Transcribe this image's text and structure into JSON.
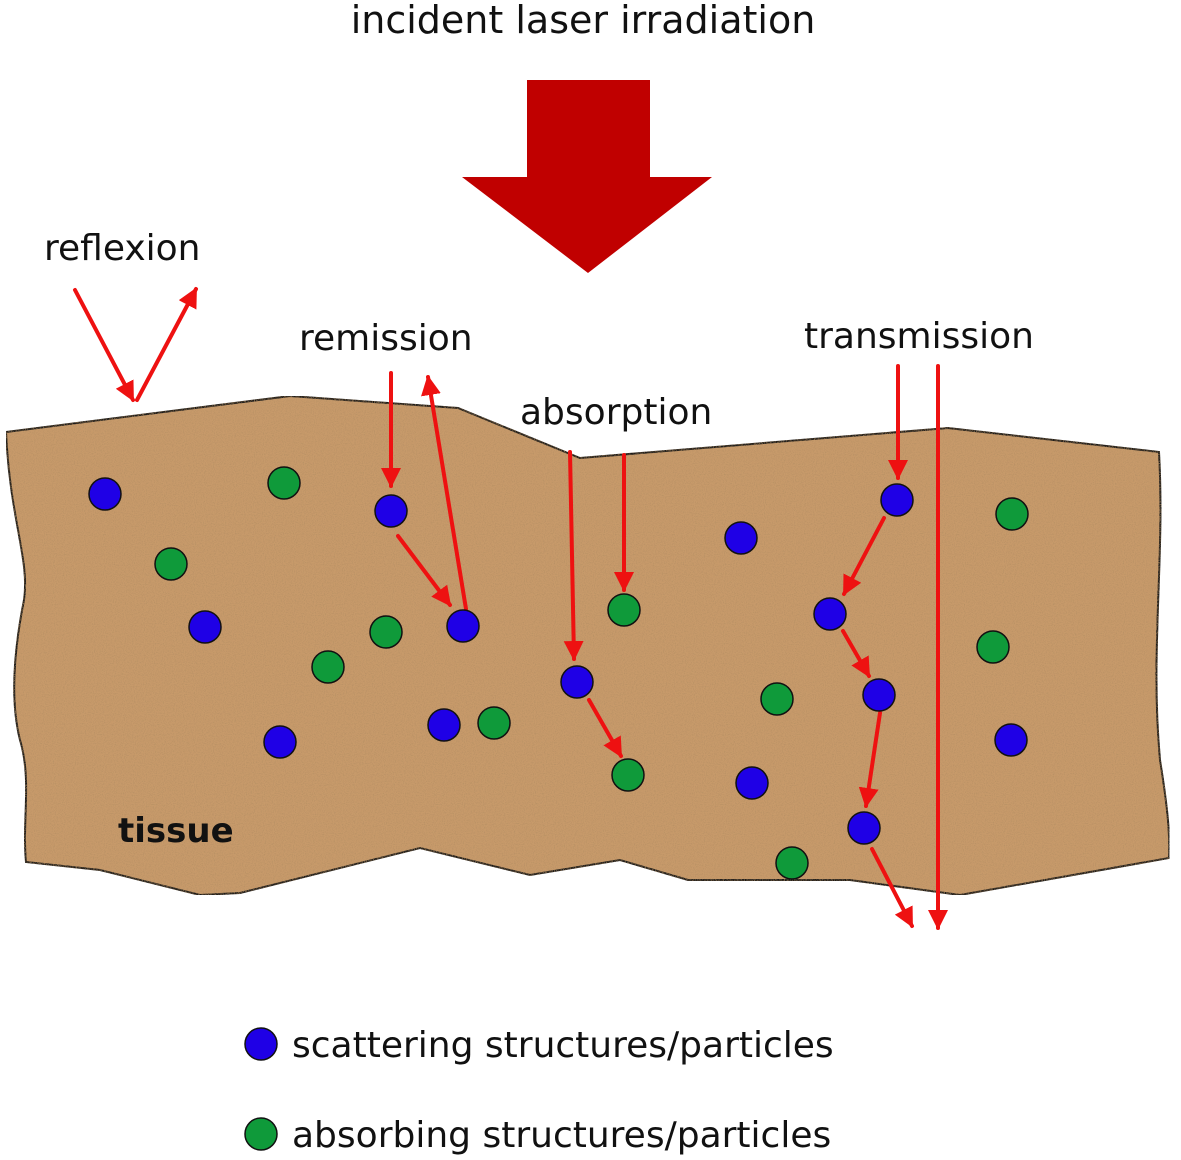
{
  "labels": {
    "title": "incident laser irradiation",
    "reflexion": "reflexion",
    "remission": "remission",
    "absorption": "absorption",
    "transmission": "transmission",
    "tissue": "tissue"
  },
  "legend": {
    "scattering": "scattering structures/particles",
    "absorbing": "absorbing structures/particles"
  },
  "colors": {
    "scattering": "#1f00e6",
    "absorbing": "#0f9a3a",
    "ray": "#ee1111",
    "incident_arrow": "#c00000",
    "tissue": "#c79a6a"
  }
}
